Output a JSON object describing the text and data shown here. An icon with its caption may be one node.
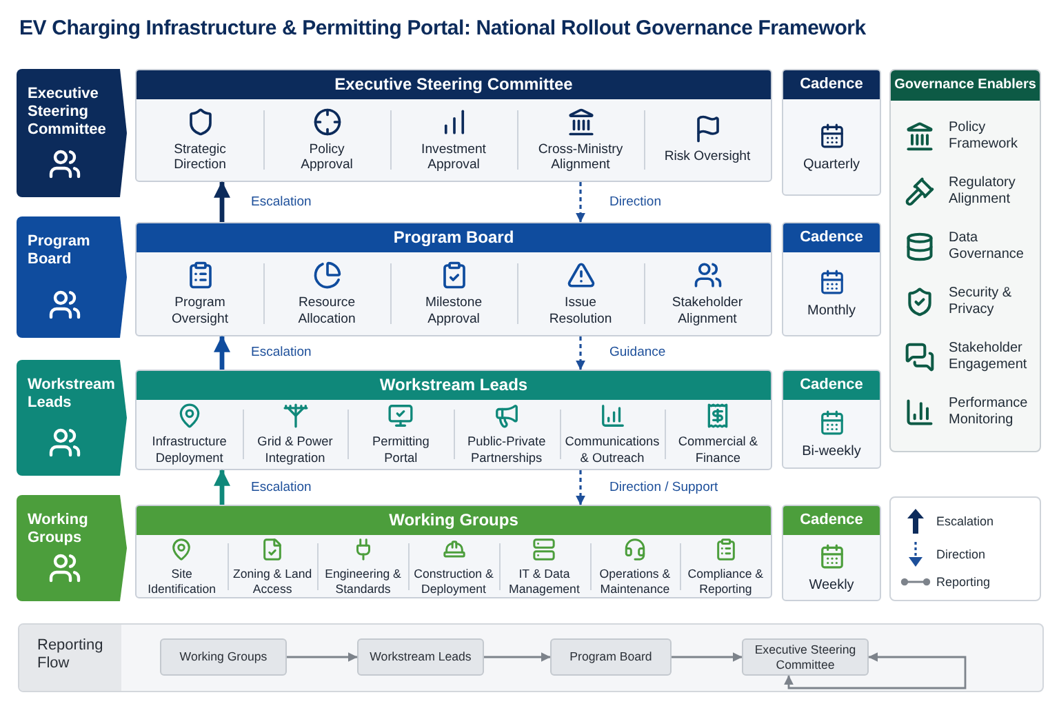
{
  "diagram": {
    "title": "EV Charging Infrastructure & Permitting Portal: National Rollout Governance Framework",
    "nodes": [
      {
        "text": [
          "Executive Steering Committee"
        ]
      },
      {
        "text": [
          "Executive Steering Committee"
        ]
      },
      {
        "text": [
          "Strategic Direction"
        ],
        "in": 1
      },
      {
        "text": [
          "Policy Approval"
        ],
        "in": 1
      },
      {
        "text": [
          "Investment Approval"
        ],
        "in": 1
      },
      {
        "text": [
          "Cross-Ministry Alignment"
        ],
        "in": 1
      },
      {
        "text": [
          "Risk Oversight"
        ],
        "in": 1
      },
      {
        "text": [
          "Cadence",
          "Quarterly"
        ]
      },
      {
        "text": [
          "Governance Enablers",
          "Policy Framework",
          "Regulatory Alignment",
          "Data Governance",
          "Security & Privacy",
          "Stakeholder Engagement",
          "Performance Monitoring"
        ]
      },
      {
        "text": [
          "Program Board"
        ]
      },
      {
        "text": [
          "Program Board"
        ]
      },
      {
        "text": [
          "Program Oversight"
        ],
        "in": 10
      },
      {
        "text": [
          "Resource Allocation"
        ],
        "in": 10
      },
      {
        "text": [
          "Milestone Approval"
        ],
        "in": 10
      },
      {
        "text": [
          "Issue Resolution"
        ],
        "in": 10
      },
      {
        "text": [
          "Stakeholder Alignment"
        ],
        "in": 10
      },
      {
        "text": [
          "Cadence",
          "Monthly"
        ]
      },
      {
        "text": [
          "Workstream Leads"
        ]
      },
      {
        "text": [
          "Workstream Leads"
        ]
      },
      {
        "text": [
          "Infrastructure Deployment"
        ],
        "in": 18
      },
      {
        "text": [
          "Grid & Power Integration"
        ],
        "in": 18
      },
      {
        "text": [
          "Permitting Portal"
        ],
        "in": 18
      },
      {
        "text": [
          "Public-Private Partnerships"
        ],
        "in": 18
      },
      {
        "text": [
          "Communications & Outreach"
        ],
        "in": 18
      },
      {
        "text": [
          "Commercial & Finance"
        ],
        "in": 18
      },
      {
        "text": [
          "Cadence",
          "Bi-weekly"
        ]
      },
      {
        "text": [
          "Working Groups"
        ]
      },
      {
        "text": [
          "Working Groups"
        ]
      },
      {
        "text": [
          "Site Identification"
        ],
        "in": 27
      },
      {
        "text": [
          "Zoning & Land Access"
        ],
        "in": 27
      },
      {
        "text": [
          "Engineering & Standards"
        ],
        "in": 27
      },
      {
        "text": [
          "Construction & Deployment"
        ],
        "in": 27
      },
      {
        "text": [
          "IT & Data Management"
        ],
        "in": 27
      },
      {
        "text": [
          "Operations & Maintenance"
        ],
        "in": 27
      },
      {
        "text": [
          "Compliance & Reporting"
        ],
        "in": 27
      },
      {
        "text": [
          "Cadence",
          "Weekly"
        ]
      },
      {
        "text": [
          "Reporting Flow"
        ]
      },
      {
        "text": [
          "Working Groups"
        ],
        "in": 36
      },
      {
        "text": [
          "Workstream Leads"
        ],
        "in": 36
      },
      {
        "text": [
          "Program Board"
        ],
        "in": 36
      },
      {
        "text": [
          "Executive Steering Committee"
        ],
        "in": 36
      }
    ],
    "edges": [
      {
        "from": 10,
        "to": 1,
        "arrow": "to",
        "label": "Escalation",
        "style": "thick",
        "color": "#0c2b5b"
      },
      {
        "from": 1,
        "to": 10,
        "arrow": "to",
        "label": "Direction",
        "style": "dashed",
        "color": "#1d4f9a"
      },
      {
        "from": 18,
        "to": 10,
        "arrow": "to",
        "label": "Escalation",
        "style": "thick",
        "color": "#0f4c9e"
      },
      {
        "from": 10,
        "to": 18,
        "arrow": "to",
        "label": "Guidance",
        "style": "dashed",
        "color": "#1d4f9a"
      },
      {
        "from": 27,
        "to": 18,
        "arrow": "to",
        "label": "Escalation",
        "style": "thick",
        "color": "#0f887a"
      },
      {
        "from": 18,
        "to": 27,
        "arrow": "to",
        "label": "Direction / Support",
        "style": "dashed",
        "color": "#1d4f9a"
      },
      {
        "from": 37,
        "to": 38,
        "arrow": "to"
      },
      {
        "from": 38,
        "to": 39,
        "arrow": "to"
      },
      {
        "from": 39,
        "to": 40,
        "arrow": "to"
      },
      {
        "from": 40,
        "to": 40,
        "arrow": "both"
      }
    ],
    "legend": [
      {
        "text": "Escalation"
      },
      {
        "text": "Direction"
      },
      {
        "text": "Reporting"
      }
    ]
  }
}
